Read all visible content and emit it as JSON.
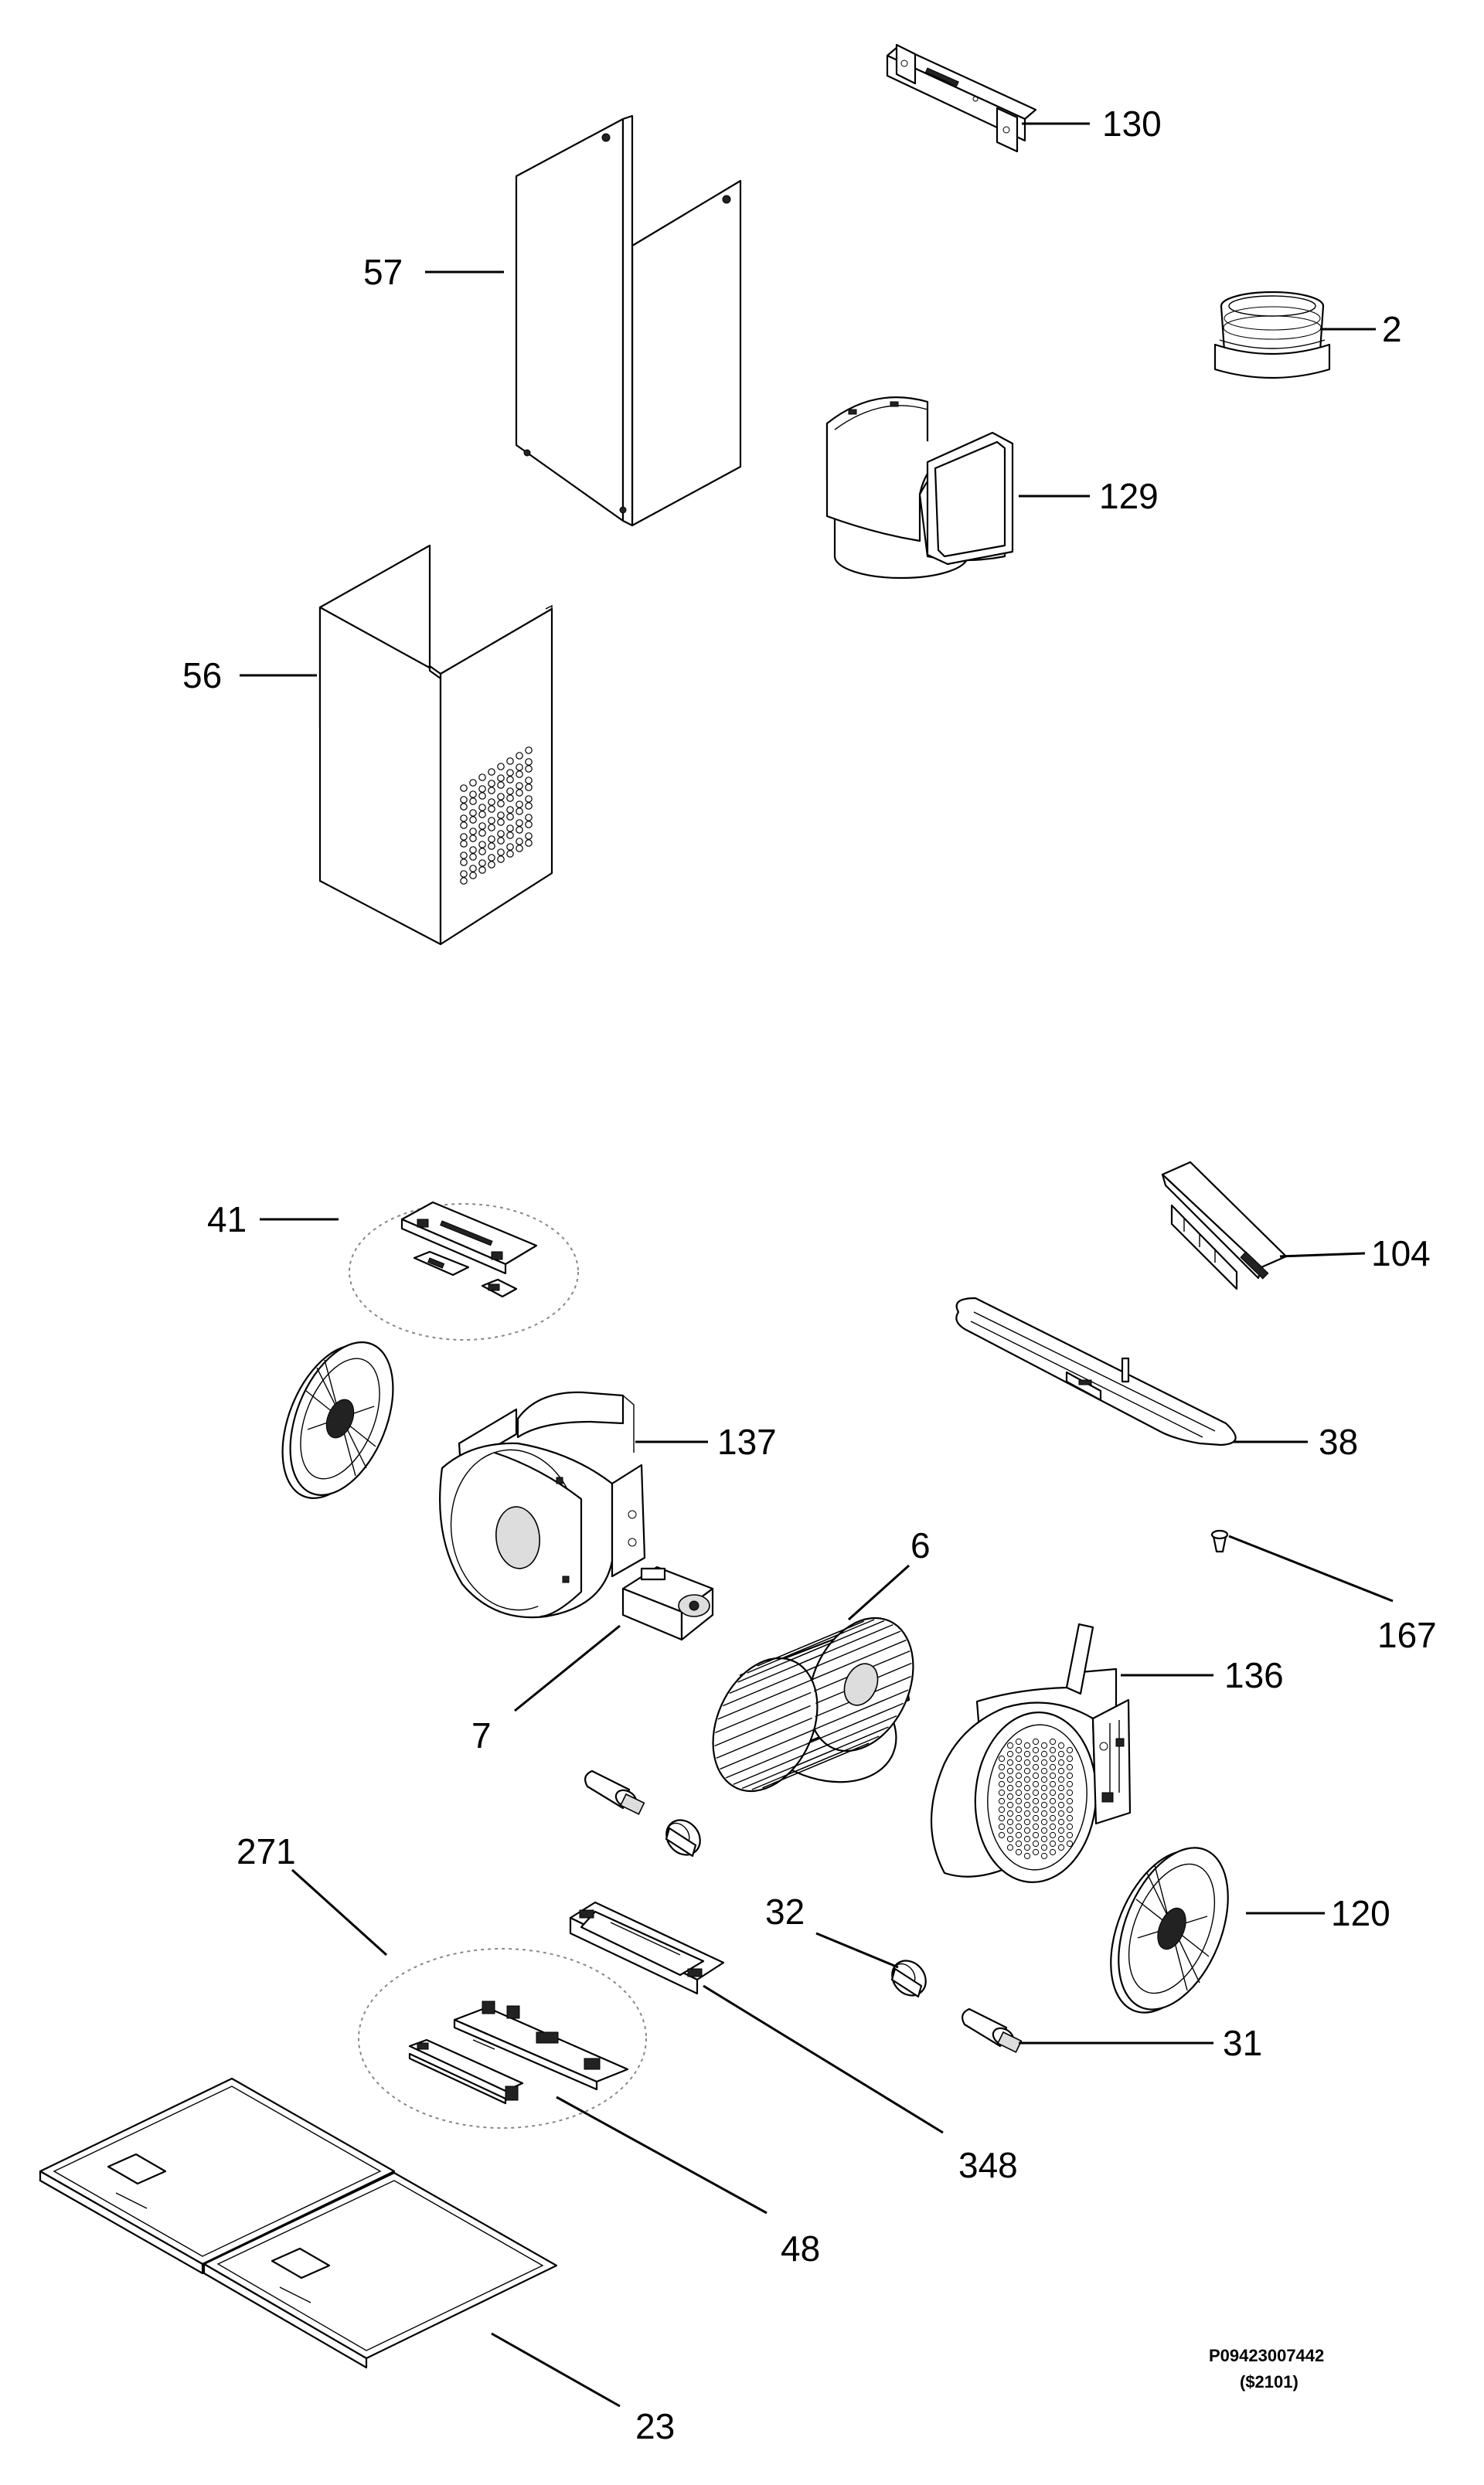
{
  "callouts": {
    "c130": "130",
    "c2": "2",
    "c57": "57",
    "c129": "129",
    "c56": "56",
    "c41": "41",
    "c104": "104",
    "c137": "137",
    "c38": "38",
    "c6": "6",
    "c167": "167",
    "c7": "7",
    "c136": "136",
    "c271": "271",
    "c32": "32",
    "c120": "120",
    "c31": "31",
    "c348": "348",
    "c48": "48",
    "c23": "23"
  },
  "reference": {
    "code": "P09423007442",
    "revision": "($2101)"
  }
}
